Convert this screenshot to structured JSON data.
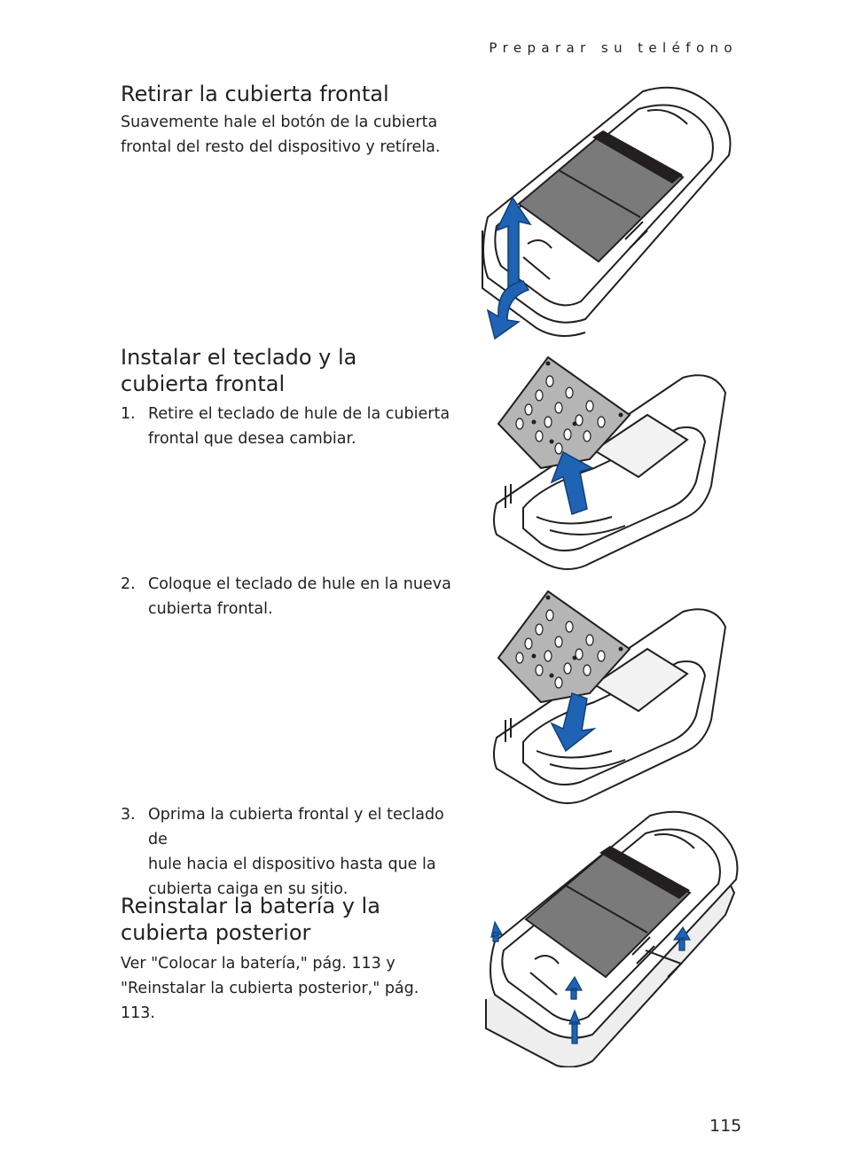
{
  "header": {
    "running_title": "Preparar su teléfono",
    "page_number": "115"
  },
  "sections": {
    "remove_cover": {
      "title": "Retirar la cubierta frontal",
      "body_line1": "Suavemente hale el botón de la cubierta",
      "body_line2": "frontal del resto del dispositivo y retírela."
    },
    "install_keypad": {
      "title_line1": "Instalar el teclado y la",
      "title_line2": "cubierta frontal",
      "steps": [
        {
          "num": "1.",
          "line1": "Retire el teclado de hule de la cubierta",
          "line2": "frontal que desea cambiar."
        },
        {
          "num": "2.",
          "line1": "Coloque el teclado de hule en la nueva",
          "line2": "cubierta frontal."
        },
        {
          "num": "3.",
          "line1": "Oprima la cubierta frontal y el teclado de",
          "line2": "hule hacia el dispositivo hasta que la",
          "line3": "cubierta caiga en su sitio."
        }
      ]
    },
    "reinstall_battery": {
      "title_line1": "Reinstalar la batería y la",
      "title_line2": "cubierta posterior",
      "body_line1": " Ver \"Colocar la batería,\" pág. 113 y",
      "body_line2": "\"Reinstalar la cubierta posterior,\" pág. 113."
    }
  },
  "illustrations": {
    "stroke_color": "#231f20",
    "arrow_color": "#1f63b4",
    "battery_color": "#7a7a7a",
    "keypad_color": "#b5b5b5"
  }
}
